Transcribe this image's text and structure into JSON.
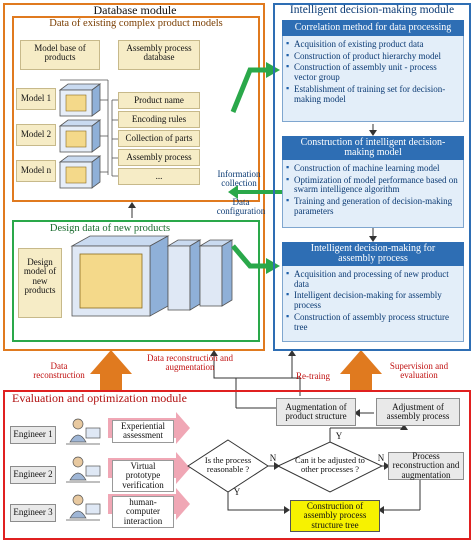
{
  "database_module": {
    "title": "Database module",
    "existing_models": {
      "title": "Data of existing complex product models",
      "model_base": "Model base of products",
      "assembly_db": "Assembly process database",
      "models": [
        "Model 1",
        "Model 2",
        "Model n"
      ],
      "db_items": [
        "Product name",
        "Encoding rules",
        "Collection of parts",
        "Assembly process",
        "..."
      ]
    },
    "new_products": {
      "title": "Design data of new products",
      "design_model": "Design model of new products"
    }
  },
  "intelligent_module": {
    "title": "Intelligent decision-making module",
    "correlation": {
      "title": "Correlation method for data processing",
      "bullets": [
        "Acquisition of existing product data",
        "Construction of product hierarchy model",
        "Construction of assembly unit - process vector group",
        "Establishment of training set for decision-making model"
      ]
    },
    "construction": {
      "title": "Construction of intelligent decision-making model",
      "bullets": [
        "Construction of machine learning model",
        "Optimization of model performance based on swarm intelligence algorithm",
        "Training and generation of decision-making parameters"
      ]
    },
    "assembly": {
      "title": "Intelligent decision-making for assembly process",
      "bullets": [
        "Acquisition and processing of new product data",
        "Intelligent decision-making for assembly process",
        "Construction of assembly process structure tree"
      ]
    }
  },
  "links": {
    "information_collection": "Information collection",
    "data_configuration": "Data configuration",
    "data_reconstruction": "Data reconstruction",
    "data_reconstruction_augmentation": "Data reconstruction and augmentation",
    "re_traing": "Re-traing",
    "supervision": "Supervision and evaluation"
  },
  "evaluation_module": {
    "title": "Evaluation and optimization module",
    "engineers": [
      "Engineer 1",
      "Engineer 2",
      "Engineer 3"
    ],
    "activities": [
      "Experiential assessment",
      "Virtual prototype verification",
      "human-computer interaction"
    ],
    "decision1": "Is the process reasonable ?",
    "decision2": "Can it be adjusted to other processes ?",
    "augmentation_structure": "Augmentation of product structure",
    "adjustment": "Adjustment of assembly process",
    "reconstruction": "Process reconstruction and augmentation",
    "construction_tree": "Construction of assembly process structure tree",
    "labels": {
      "n1": "N",
      "n2": "N",
      "y1": "Y",
      "y2": "Y"
    }
  },
  "colors": {
    "orange": "#e07a1f",
    "blue": "#2e6eb4",
    "green": "#2aa84a",
    "red": "#e02020",
    "yellow": "#f7f200"
  }
}
